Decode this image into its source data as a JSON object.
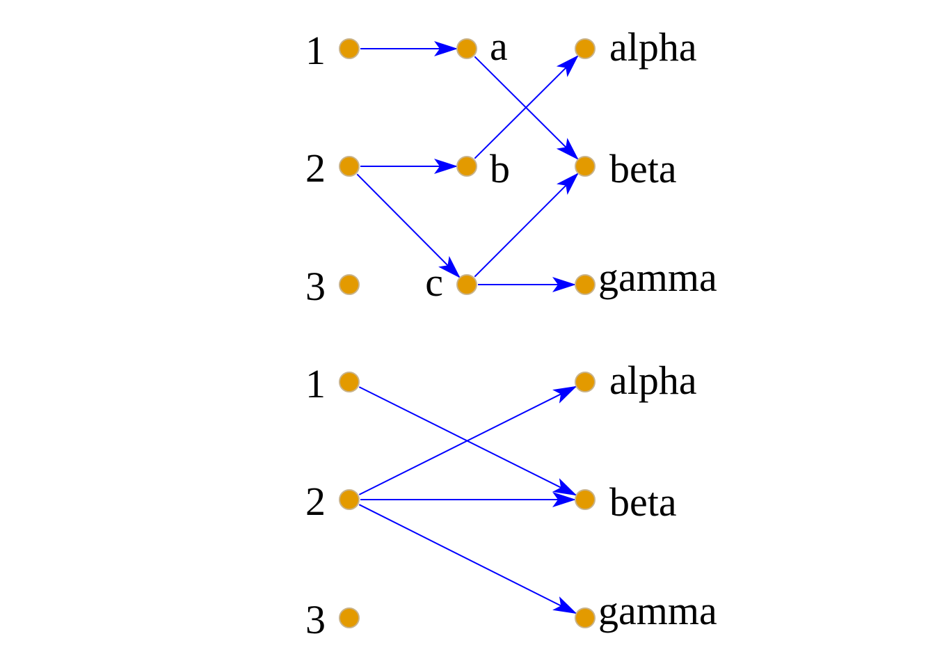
{
  "colors": {
    "node_fill": "#e39a00",
    "node_stroke": "#c9b38a",
    "edge": "#0000ff",
    "label": "#000000"
  },
  "diagrams": [
    {
      "id": "top",
      "nodes": [
        {
          "id": "1",
          "label": "1"
        },
        {
          "id": "2",
          "label": "2"
        },
        {
          "id": "3",
          "label": "3"
        },
        {
          "id": "a",
          "label": "a"
        },
        {
          "id": "b",
          "label": "b"
        },
        {
          "id": "c",
          "label": "c"
        },
        {
          "id": "alpha",
          "label": "alpha"
        },
        {
          "id": "beta",
          "label": "beta"
        },
        {
          "id": "gamma",
          "label": "gamma"
        }
      ],
      "edges": [
        {
          "from": "1",
          "to": "a"
        },
        {
          "from": "2",
          "to": "b"
        },
        {
          "from": "2",
          "to": "c"
        },
        {
          "from": "a",
          "to": "beta"
        },
        {
          "from": "b",
          "to": "alpha"
        },
        {
          "from": "c",
          "to": "beta"
        },
        {
          "from": "c",
          "to": "gamma"
        }
      ]
    },
    {
      "id": "bottom",
      "nodes": [
        {
          "id": "1",
          "label": "1"
        },
        {
          "id": "2",
          "label": "2"
        },
        {
          "id": "3",
          "label": "3"
        },
        {
          "id": "alpha",
          "label": "alpha"
        },
        {
          "id": "beta",
          "label": "beta"
        },
        {
          "id": "gamma",
          "label": "gamma"
        }
      ],
      "edges": [
        {
          "from": "1",
          "to": "beta"
        },
        {
          "from": "2",
          "to": "alpha"
        },
        {
          "from": "2",
          "to": "beta"
        },
        {
          "from": "2",
          "to": "gamma"
        }
      ]
    }
  ]
}
